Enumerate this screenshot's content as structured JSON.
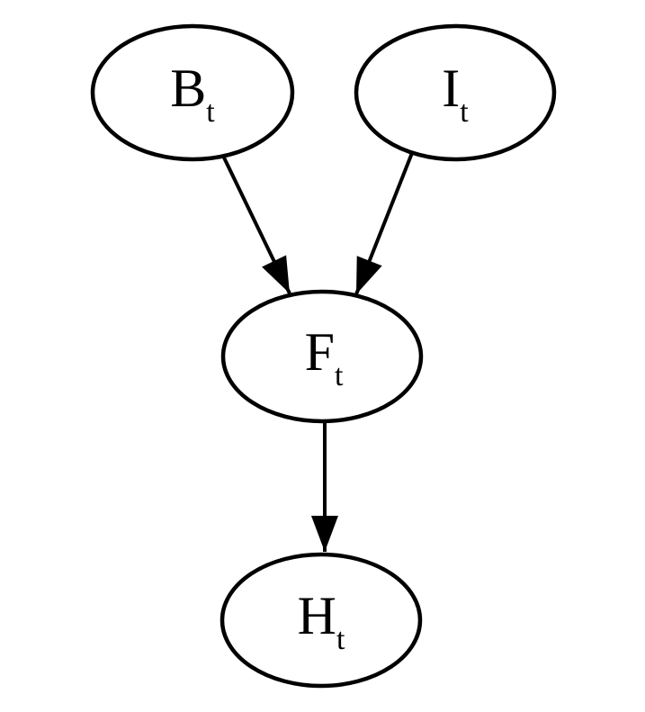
{
  "diagram": {
    "type": "directed-graph",
    "colors": {
      "background": "#ffffff",
      "node_fill": "#ffffff",
      "stroke": "#000000",
      "text": "#000000"
    },
    "nodes": [
      {
        "id": "Bt",
        "label": "B",
        "subscript": "t"
      },
      {
        "id": "It",
        "label": "I",
        "subscript": "t"
      },
      {
        "id": "Ft",
        "label": "F",
        "subscript": "t"
      },
      {
        "id": "Ht",
        "label": "H",
        "subscript": "t"
      }
    ],
    "edges": [
      {
        "from": "Bt",
        "to": "Ft"
      },
      {
        "from": "It",
        "to": "Ft"
      },
      {
        "from": "Ft",
        "to": "Ht"
      }
    ]
  }
}
